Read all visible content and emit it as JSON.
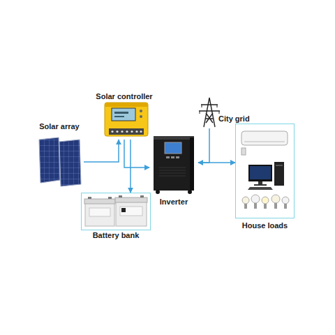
{
  "diagram": {
    "nodes": [
      {
        "text": [
          "Solar controller"
        ]
      },
      {
        "text": [
          "City grid"
        ]
      },
      {
        "text": [
          "Solar array"
        ]
      },
      {
        "text": [
          "Inverter"
        ]
      },
      {
        "text": [
          "Battery bank"
        ]
      },
      {
        "text": [
          "House loads"
        ]
      }
    ],
    "edges": [
      {
        "from": 2,
        "to": 0,
        "arrow": "to"
      },
      {
        "from": 0,
        "to": 3,
        "arrow": "to"
      },
      {
        "from": 0,
        "to": 4,
        "arrow": "to"
      },
      {
        "from": 1,
        "to": 3,
        "arrow": "to"
      },
      {
        "from": 3,
        "to": 5,
        "arrow": "to"
      }
    ]
  }
}
